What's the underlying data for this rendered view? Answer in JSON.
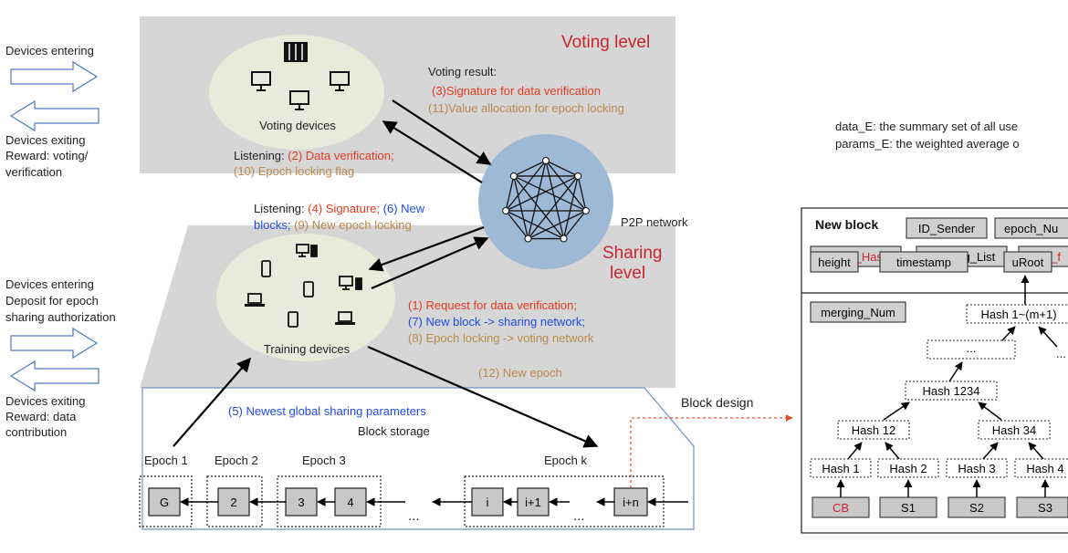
{
  "left_labels": {
    "voting_enter": "Devices entering",
    "voting_exit": [
      "Devices exiting",
      "Reward: voting/",
      "verification"
    ],
    "sharing_enter": [
      "Devices entering",
      "Deposit for epoch",
      "sharing authorization"
    ],
    "sharing_exit": [
      "Devices exiting",
      "Reward: data",
      "contribution"
    ]
  },
  "voting_level": {
    "title": "Voting level",
    "devices_label": "Voting devices",
    "result_title": "Voting result:",
    "result_line1": "(3)Signature for data verification",
    "result_line2": "(11)Value allocation for epoch locking",
    "listening_prefix": "Listening: ",
    "listening_red": "(2) Data verification;",
    "listening_brown": "(10) Epoch locking flag"
  },
  "p2p": {
    "label": "P2P network"
  },
  "sharing_level": {
    "title_line1": "Sharing",
    "title_line2": "level",
    "devices_label": "Training devices",
    "listening_prefix": "Listening: ",
    "listening_red": "(4) Signature;",
    "listening_blue1": "(6) New",
    "listening_blue2": "blocks;",
    "listening_brown": "(9) New epoch locking",
    "req1": "(1) Request for data verification;",
    "req7": "(7) New block -> sharing network;",
    "req8": "(8) Epoch locking -> voting network",
    "new_epoch": "(12) New epoch"
  },
  "storage": {
    "newest_params": "(5) Newest global sharing parameters",
    "block_storage": "Block storage",
    "epoch_labels": [
      "Epoch 1",
      "Epoch 2",
      "Epoch 3",
      "Epoch k"
    ],
    "blocks": [
      "G",
      "2",
      "3",
      "4",
      "i",
      "i+1",
      "i+n"
    ],
    "ellipsis": "..."
  },
  "block_design": {
    "label": "Block design",
    "legend_line1": "data_E: the summary set of all use",
    "legend_line2": "params_E: the weighted average o",
    "title": "New block",
    "fields_row1": [
      "ID_Sender",
      "epoch_Nu"
    ],
    "fields_row2": [
      "parent_Hash",
      "merging_List",
      "lock_f"
    ],
    "fields_row3": [
      "height",
      "timestamp",
      "uRoot"
    ],
    "merging_num": "merging_Num",
    "hash_root": "Hash 1~(m+1)",
    "hash_dots": "...",
    "hash_1234": "Hash 1234",
    "hash_12": "Hash 12",
    "hash_34": "Hash 34",
    "hash_leaves": [
      "Hash 1",
      "Hash 2",
      "Hash 3",
      "Hash 4"
    ],
    "tx_leaves": [
      "CB",
      "S1",
      "S2",
      "S3"
    ]
  },
  "colors": {
    "red": "#e23a1e",
    "brown": "#b88a4e",
    "blue": "#1f4be8",
    "title_red": "#c8252c"
  }
}
